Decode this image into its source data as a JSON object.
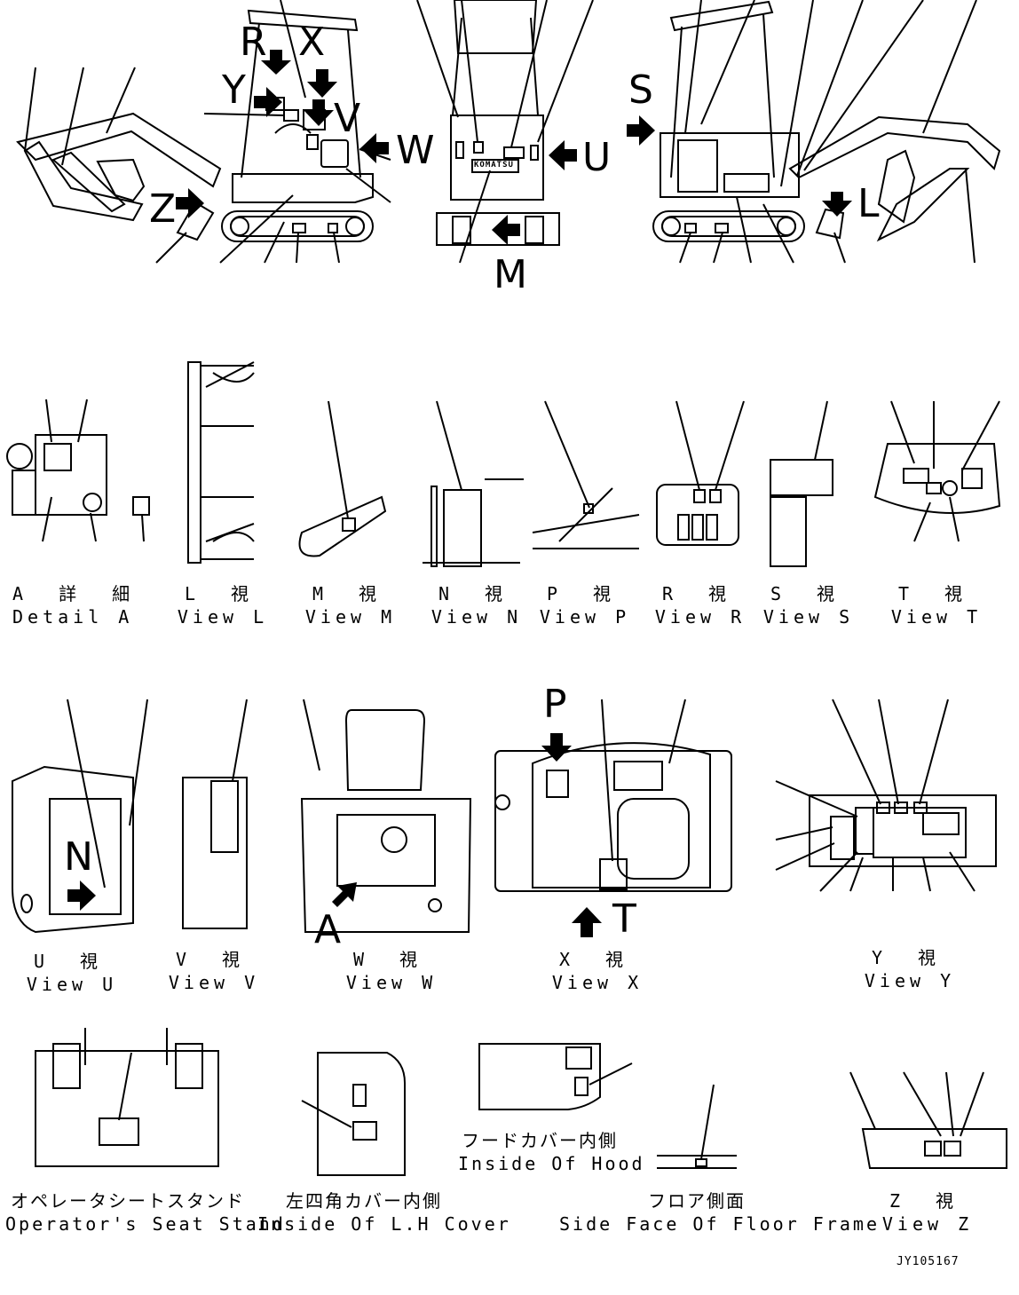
{
  "view_letters": {
    "R": "R",
    "X": "X",
    "Y": "Y",
    "V": "V",
    "W": "W",
    "Z": "Z",
    "U": "U",
    "M": "M",
    "S": "S",
    "L": "L",
    "N": "N",
    "A": "A",
    "P": "P",
    "T": "T"
  },
  "captions": {
    "detail_a": {
      "jp": "A 詳 細",
      "en": "Detail A"
    },
    "view_l": {
      "jp": "L 視",
      "en": "View L"
    },
    "view_m": {
      "jp": "M 視",
      "en": "View M"
    },
    "view_n": {
      "jp": "N 視",
      "en": "View N"
    },
    "view_p": {
      "jp": "P 視",
      "en": "View P"
    },
    "view_r": {
      "jp": "R 視",
      "en": "View R"
    },
    "view_s": {
      "jp": "S 視",
      "en": "View S"
    },
    "view_t": {
      "jp": "T 視",
      "en": "View T"
    },
    "view_u": {
      "jp": "U 視",
      "en": "View U"
    },
    "view_v": {
      "jp": "V 視",
      "en": "View V"
    },
    "view_w": {
      "jp": "W 視",
      "en": "View W"
    },
    "view_x": {
      "jp": "X 視",
      "en": "View X"
    },
    "view_y": {
      "jp": "Y 視",
      "en": "View Y"
    },
    "operator_seat_stand": {
      "jp": "オペレータシートスタンド",
      "en": "Operator's Seat Stand"
    },
    "inside_lh_cover": {
      "jp": "左四角カバー内側",
      "en": "Inside Of L.H Cover"
    },
    "inside_hood": {
      "jp": "フードカバー内側",
      "en": "Inside Of Hood"
    },
    "floor_frame": {
      "jp": "フロア側面",
      "en": "Side Face Of Floor Frame"
    },
    "view_z": {
      "jp": "Z 視",
      "en": "View Z"
    }
  },
  "drawing_code": "JY105167",
  "brand_mark": "KOMATSU"
}
